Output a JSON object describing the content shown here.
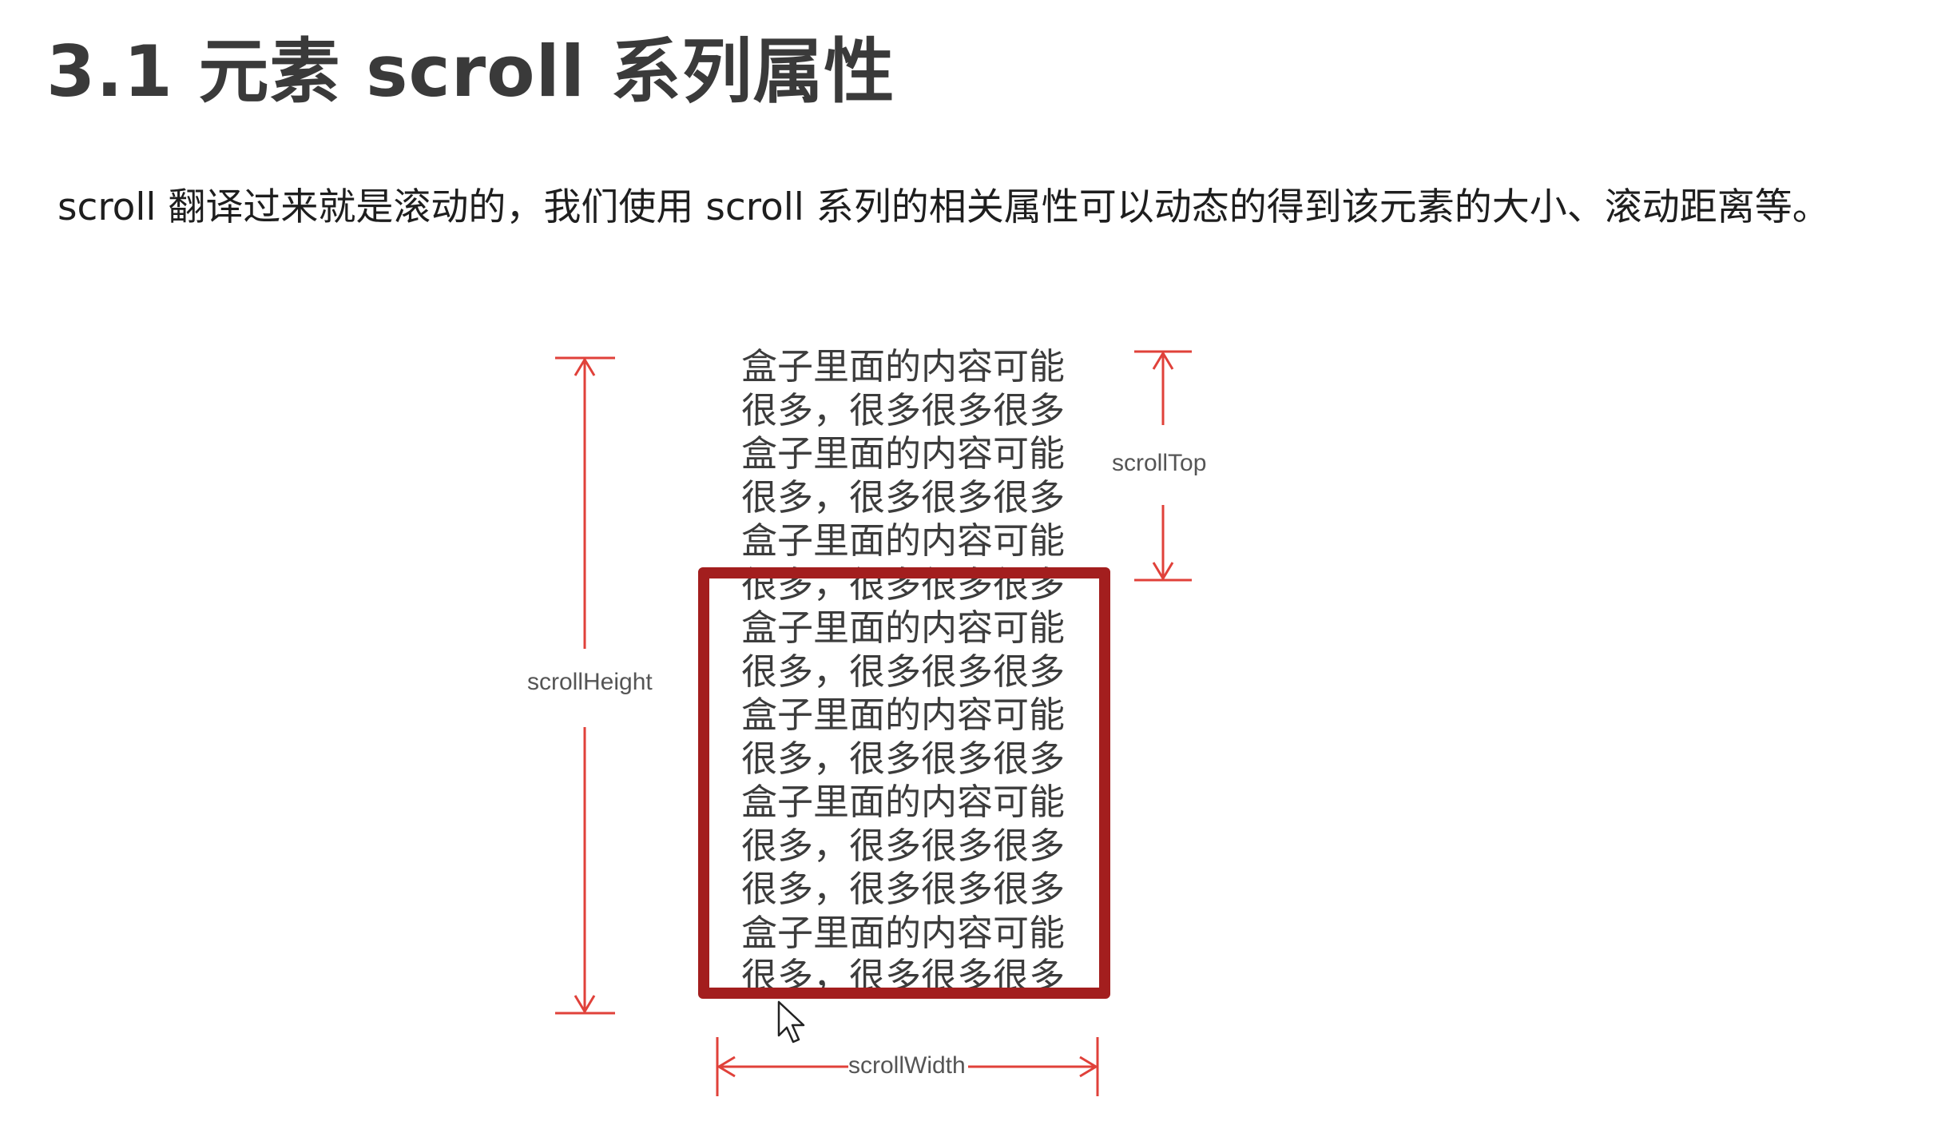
{
  "heading": {
    "title": "3.1 元素 scroll 系列属性"
  },
  "intro": {
    "text": "scroll 翻译过来就是滚动的，我们使用 scroll 系列的相关属性可以动态的得到该元素的大小、滚动距离等。"
  },
  "diagram": {
    "content_lines": [
      "盒子里面的内容可能",
      "很多，很多很多很多",
      "盒子里面的内容可能",
      "很多，很多很多很多",
      "盒子里面的内容可能",
      "很多，很多很多很多",
      "盒子里面的内容可能",
      "很多，很多很多很多",
      "盒子里面的内容可能",
      "很多，很多很多很多",
      "盒子里面的内容可能",
      "很多，很多很多很多",
      "很多，很多很多很多",
      "盒子里面的内容可能",
      "很多，很多很多很多"
    ],
    "labels": {
      "scroll_height": "scrollHeight",
      "scroll_top": "scrollTop",
      "scroll_width": "scrollWidth"
    },
    "colors": {
      "box_border": "#a31e1e",
      "dimension_lines": "#e0413a"
    },
    "icons": {
      "cursor": "arrow-cursor-icon"
    }
  }
}
